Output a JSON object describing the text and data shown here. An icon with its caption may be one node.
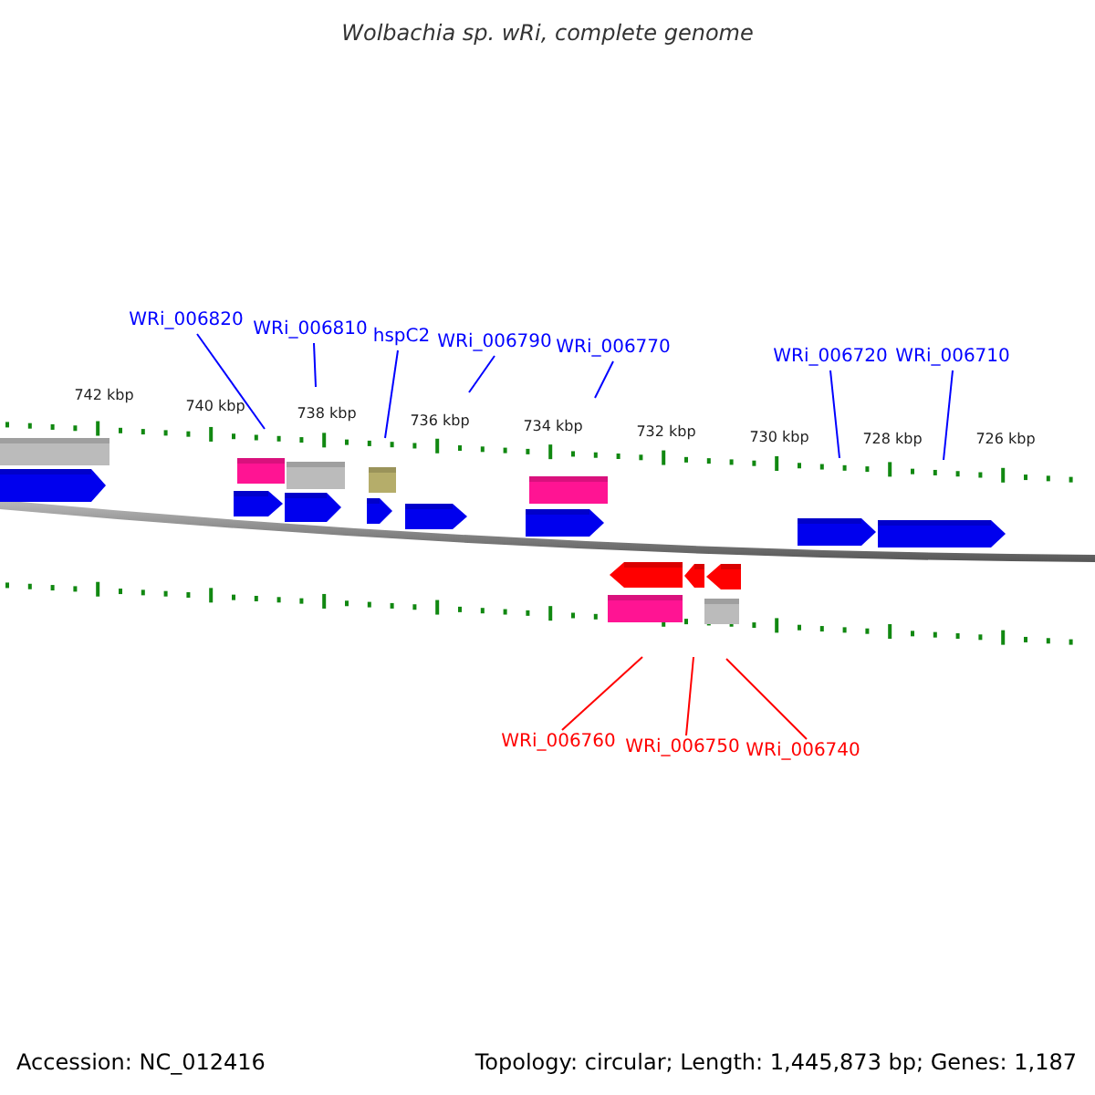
{
  "diagram": {
    "title": "Wolbachia sp. wRi, complete genome",
    "nodes": [
      {
        "text": [
          "WRi_006820"
        ]
      },
      {
        "text": [
          "WRi_006810"
        ]
      },
      {
        "text": [
          "hspC2"
        ]
      },
      {
        "text": [
          "WRi_006790"
        ]
      },
      {
        "text": [
          "WRi_006770"
        ]
      },
      {
        "text": [
          "WRi_006720"
        ]
      },
      {
        "text": [
          "WRi_006710"
        ]
      },
      {
        "text": [
          "WRi_006760"
        ]
      },
      {
        "text": [
          "WRi_006750"
        ]
      },
      {
        "text": [
          "WRi_006740"
        ]
      }
    ],
    "edges": [
      {
        "from": 0,
        "to": null,
        "arrow": "none"
      },
      {
        "from": 1,
        "to": null,
        "arrow": "none"
      },
      {
        "from": 2,
        "to": null,
        "arrow": "none"
      },
      {
        "from": 3,
        "to": null,
        "arrow": "none"
      },
      {
        "from": 4,
        "to": null,
        "arrow": "none"
      },
      {
        "from": 5,
        "to": null,
        "arrow": "none"
      },
      {
        "from": 6,
        "to": null,
        "arrow": "none"
      },
      {
        "from": 7,
        "to": null,
        "arrow": "none",
        "color": "#ff0000"
      },
      {
        "from": 8,
        "to": null,
        "arrow": "none",
        "color": "#ff0000"
      },
      {
        "from": 9,
        "to": null,
        "arrow": "none",
        "color": "#ff0000"
      }
    ],
    "labels": [
      "742 kbp",
      "740 kbp",
      "738 kbp",
      "736 kbp",
      "734 kbp",
      "732 kbp",
      "730 kbp",
      "728 kbp",
      "726 kbp",
      "Accession: NC_012416",
      "Topology: circular; Length: 1,445,873 bp; Genes: 1,187"
    ]
  }
}
